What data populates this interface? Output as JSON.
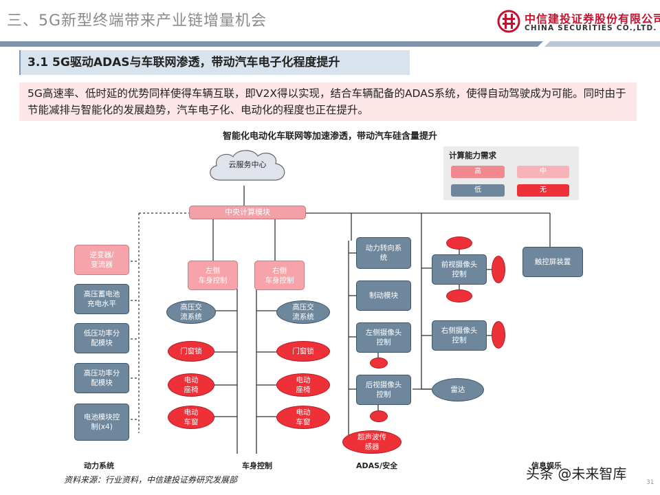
{
  "header": {
    "title": "三、5G新型终端带来产业链增量机会",
    "logo_cn": "中信建投证券股份有限公司",
    "logo_en": "CHINA SECURITIES CO.,LTD."
  },
  "section_title": "3.1 5G驱动ADAS与车联网渗透，带动汽车电子化程度提升",
  "intro_text": "5G高速率、低时延的优势同样使得车辆互联，即V2X得以实现，结合车辆配备的ADAS系统，使得自动驾驶成为可能。同时由于节能减排与智能化的发展趋势，汽车电子化、电动化的程度也正在提升。",
  "diagram": {
    "title": "智能化电动化车联网等加速渗透，带动汽车硅含量提升",
    "cloud": "云服务中心",
    "central": "中央计算模块",
    "legend": {
      "title": "计算能力需求",
      "high": "高",
      "mid": "中",
      "low": "低",
      "none": "无"
    },
    "power": {
      "inverter": "逆变器/\n变流器",
      "hv_battery": "高压蓄电池\n充电水平",
      "lv_dist": "低压功率分\n配模块",
      "hv_dist": "高压功率分\n配模块",
      "battery_ctrl": "电池模块控\n制(x4)"
    },
    "body": {
      "left": "左侧\n车身控制",
      "right": "右侧\n车身控制",
      "hv_ac_l": "高压交\n流系统",
      "hv_ac_r": "高压交\n流系统",
      "door_l": "门窗锁",
      "door_r": "门窗锁",
      "seat_l": "电动\n座椅",
      "seat_r": "电动\n座椅",
      "window_l": "电动\n车窗",
      "window_r": "电动\n车窗"
    },
    "adas": {
      "steering": "动力转向系\n统",
      "brake": "制动模块",
      "left_cam": "左侧摄像头\n控制",
      "rear_cam": "后视摄像头\n控制",
      "ultrasonic": "超声波传\n感器",
      "front_cam": "前视摄像头\n控制",
      "right_cam": "右侧摄像头\n控制",
      "radar": "雷达"
    },
    "infotainment": {
      "touch": "触控屏装置"
    },
    "categories": {
      "power": "动力系统",
      "body": "车身控制",
      "adas": "ADAS/安全",
      "info": "信息娱乐"
    }
  },
  "source": "资料来源：行业资料，中信建投证券研究发展部",
  "watermark": "头条 @未来智库",
  "page_number": "31",
  "colors": {
    "high": "#f08a90",
    "mid": "#f7b3b7",
    "low": "#6e879d",
    "none": "#ee3038"
  }
}
